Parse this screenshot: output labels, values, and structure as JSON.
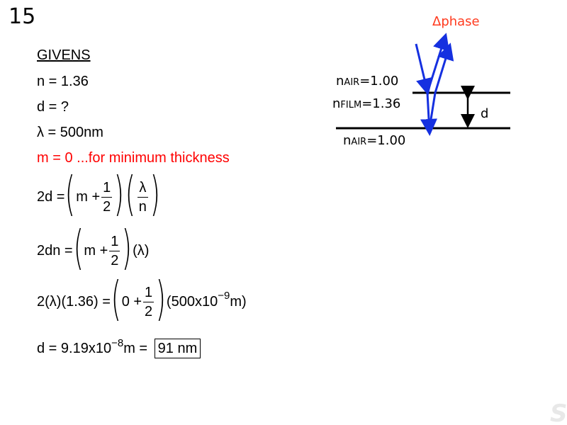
{
  "slide": {
    "number": "15"
  },
  "givens": {
    "heading": "GIVENS",
    "n": "n = 1.36",
    "d": "d = ?",
    "lambda": "λ = 500nm",
    "m": "m = 0  ...for minimum thickness"
  },
  "equation1": {
    "lhs": "2d =",
    "inner": "m +",
    "frac_num": "1",
    "frac_den": "2",
    "frac2_num": "λ",
    "frac2_den": "n"
  },
  "equation2": {
    "lhs": "2dn =",
    "inner": "m +",
    "frac_num": "1",
    "frac_den": "2",
    "tail": "(λ)"
  },
  "equation3": {
    "lhs": "2(λ)(1.36) =",
    "inner": "0 +",
    "frac_num": "1",
    "frac_den": "2",
    "tail_pre": "(500x10",
    "tail_exp": "−9",
    "tail_post": "m)"
  },
  "answer": {
    "lhs_pre": "d = 9.19x10",
    "lhs_exp": "−8",
    "lhs_post": "m =",
    "result": "91 nm"
  },
  "diagram": {
    "phase_label": "Δphase",
    "top_n": "n",
    "top_sub": "AIR",
    "top_val": "=1.00",
    "film_n": "n",
    "film_sub": "FILM",
    "film_val": "=1.36",
    "bottom_n": "n",
    "bottom_sub": "AIR",
    "bottom_val": "=1.00",
    "thickness_label": "d",
    "ray_color": "#1530e0",
    "phase_color": "#ff3b1f"
  },
  "watermark": "S"
}
